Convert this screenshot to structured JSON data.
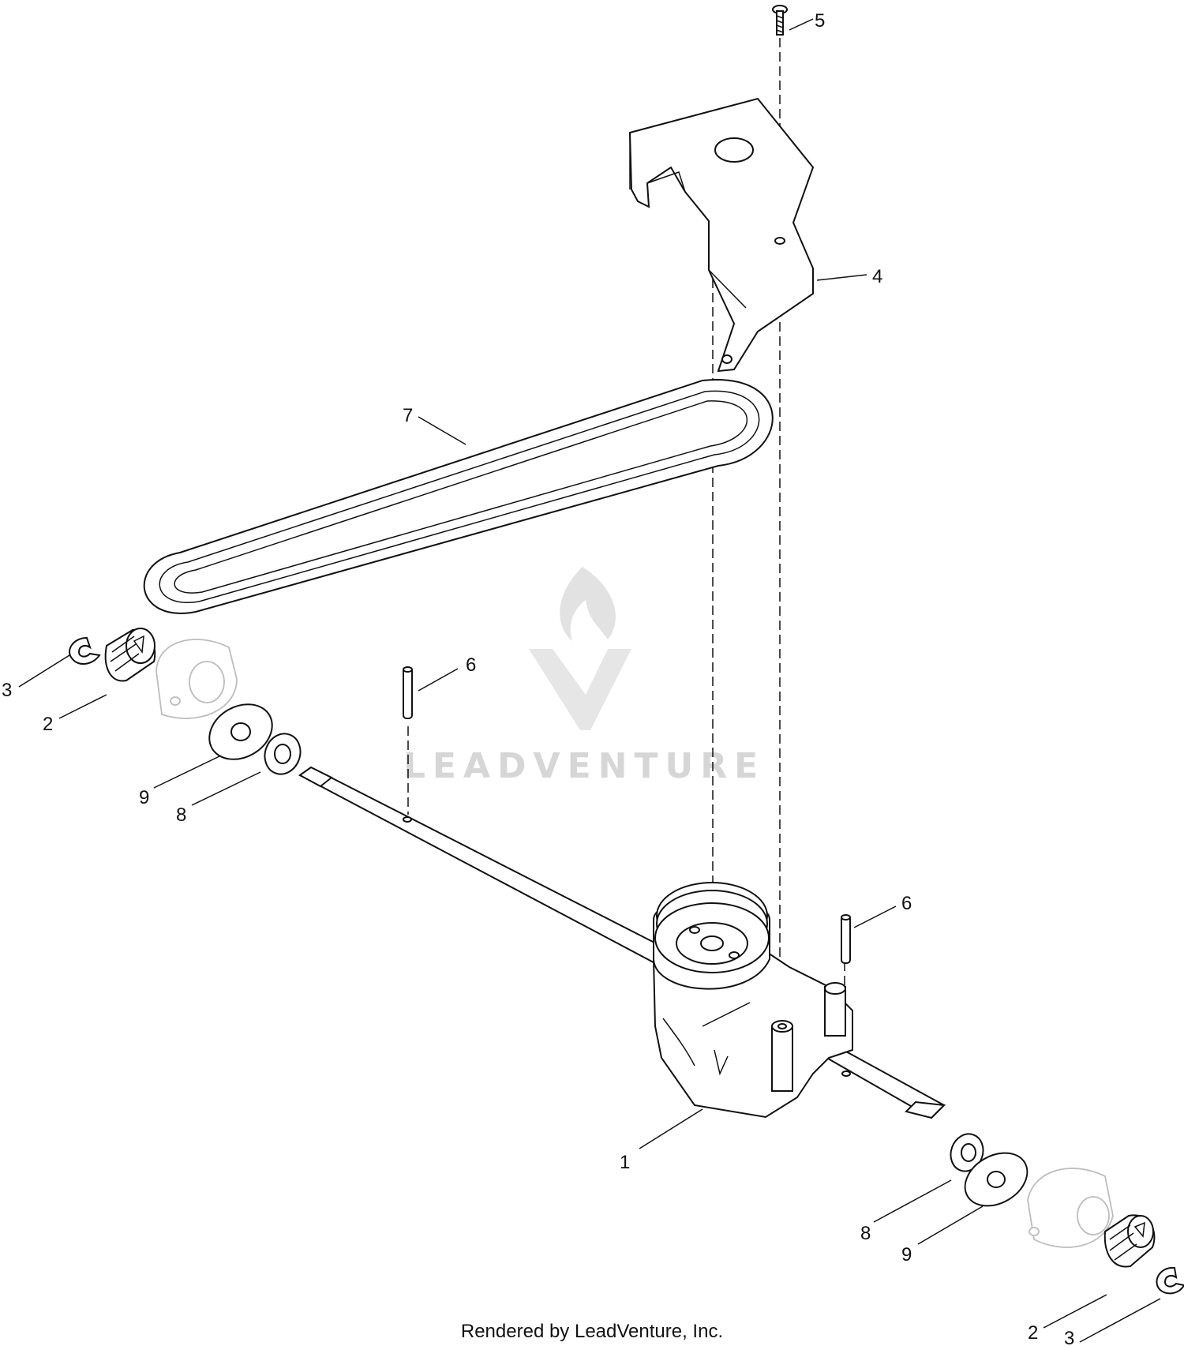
{
  "diagram": {
    "callouts": [
      {
        "id": "c5",
        "label": "5"
      },
      {
        "id": "c4",
        "label": "4"
      },
      {
        "id": "c7",
        "label": "7"
      },
      {
        "id": "c3-left",
        "label": "3"
      },
      {
        "id": "c2-left",
        "label": "2"
      },
      {
        "id": "c6-left",
        "label": "6"
      },
      {
        "id": "c9-left",
        "label": "9"
      },
      {
        "id": "c8-left",
        "label": "8"
      },
      {
        "id": "c6-right",
        "label": "6"
      },
      {
        "id": "c1",
        "label": "1"
      },
      {
        "id": "c8-right",
        "label": "8"
      },
      {
        "id": "c9-right",
        "label": "9"
      },
      {
        "id": "c2-right",
        "label": "2"
      },
      {
        "id": "c3-right",
        "label": "3"
      }
    ],
    "watermark": "LEADVENTURE",
    "footer": "Rendered by LeadVenture, Inc."
  }
}
